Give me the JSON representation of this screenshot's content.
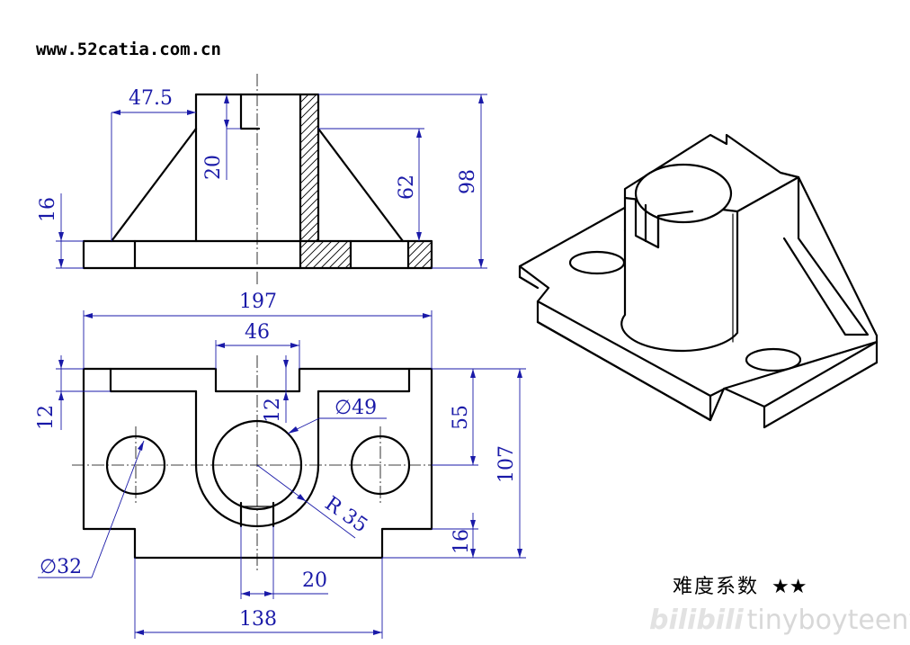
{
  "website": "www.52catia.com.cn",
  "difficulty": {
    "label": "难度系数",
    "stars": "★★"
  },
  "watermark": {
    "logo": "bilibili",
    "user": "tinyboyteeny"
  },
  "front_view": {
    "dims": {
      "rib_offset": "47.5",
      "slot_depth": "20",
      "base_height": "16",
      "rib_height": "62",
      "total_height": "98"
    }
  },
  "top_view": {
    "dims": {
      "total_length": "197",
      "slot_width": "46",
      "top_offset": "12",
      "slot_depth": "12",
      "bore_diameter": "∅49",
      "hole_diameter": "∅32",
      "arc_radius": "R 35",
      "side_offset": "55",
      "total_width": "107",
      "bottom_offset": "16",
      "slot_bottom_width": "20",
      "bottom_length": "138"
    }
  }
}
